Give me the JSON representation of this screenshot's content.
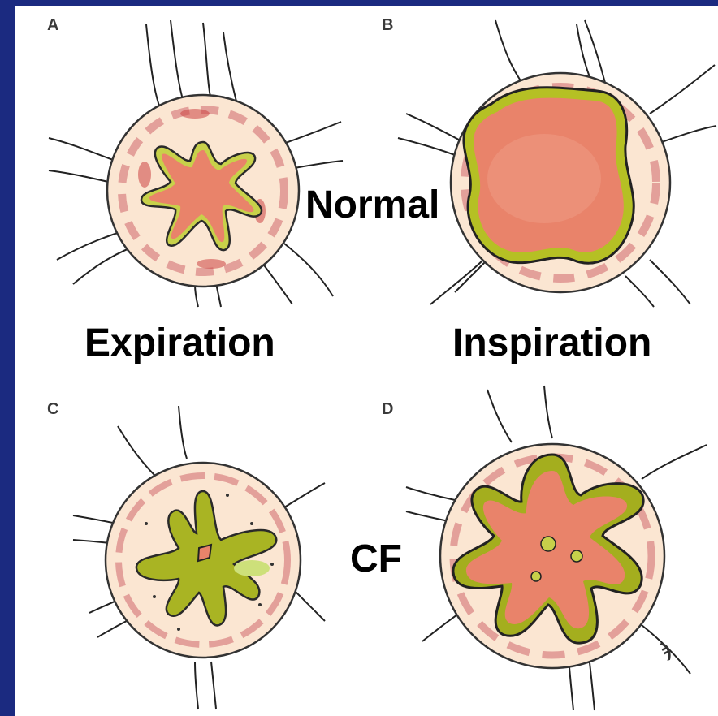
{
  "panels": {
    "a": "A",
    "b": "B",
    "c": "C",
    "d": "D"
  },
  "labels": {
    "normal": "Normal",
    "expiration": "Expiration",
    "inspiration": "Inspiration",
    "cf": "CF"
  },
  "artist_mark": "ϡ",
  "colors": {
    "background": "#1b2a80",
    "lumen": "#e9836a",
    "epithelium": "#9aa51c",
    "mucus": "#a6ad22",
    "muscle": "#d98b7f",
    "wall": "#f7dcc0"
  }
}
